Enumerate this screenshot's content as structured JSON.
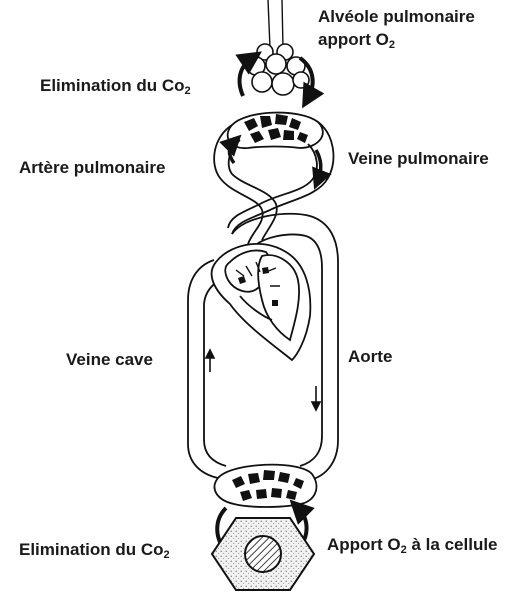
{
  "labels": {
    "alveole": "Alvéole pulmonaire",
    "apport_o2_prefix": "apport O",
    "apport_o2_sub": "2",
    "elimination_top_prefix": "Elimination du Co",
    "elimination_top_sub": "2",
    "artere_pulmonaire": "Artère pulmonaire",
    "veine_pulmonaire": "Veine pulmonaire",
    "veine_cave": "Veine cave",
    "aorte": "Aorte",
    "elimination_bottom_prefix": "Elimination du Co",
    "elimination_bottom_sub": "2",
    "apport_cellule_prefix": "Apport O",
    "apport_cellule_sub": "2",
    "apport_cellule_suffix": " à la cellule"
  },
  "colors": {
    "ink": "#111111",
    "stipple": "#e6e6e6"
  }
}
